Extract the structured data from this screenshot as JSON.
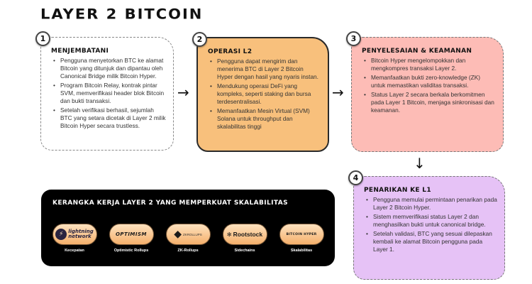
{
  "title": "LAYER 2 BITCOIN",
  "steps": [
    {
      "number": "1",
      "heading": "MENJEMBATANI",
      "bullets": [
        "Pengguna menyetorkan BTC ke alamat Bitcoin yang ditunjuk dan dipantau oleh Canonical Bridge milik Bitcoin Hyper.",
        "Program Bitcoin Relay, kontrak pintar SVM, memverifikasi header blok Bitcoin dan bukti transaksi.",
        "Setelah verifikasi berhasil, sejumlah BTC yang setara dicetak di Layer 2 milik Bitcoin Hyper secara trustless."
      ],
      "color": "#ffffff"
    },
    {
      "number": "2",
      "heading": "OPERASI L2",
      "bullets": [
        "Pengguna dapat mengirim dan menerima BTC di Layer 2 Bitcoin Hyper dengan hasil yang nyaris instan.",
        "Mendukung operasi DeFi yang kompleks, seperti staking dan bursa terdesentralisasi.",
        "Memanfaatkan Mesin Virtual (SVM) Solana untuk throughput dan skalabilitas tinggi"
      ],
      "color": "#f8c07c"
    },
    {
      "number": "3",
      "heading": "PENYELESAIAN & KEAMANAN",
      "bullets": [
        "Bitcoin Hyper mengelompokkan dan mengkompres transaksi Layer 2.",
        "Memanfaatkan bukti zero-knowledge (ZK) untuk memastikan validitas transaksi.",
        "Status Layer 2 secara berkala berkomitmen pada Layer 1 Bitcoin, menjaga sinkronisasi dan keamanan."
      ],
      "color": "#fdbcb6"
    },
    {
      "number": "4",
      "heading": "PENARIKAN KE L1",
      "bullets": [
        "Pengguna memulai permintaan penarikan pada Layer 2 Bitcoin Hyper.",
        "Sistem memverifikasi status Layer 2 dan menghasilkan bukti untuk canonical bridge.",
        "Setelah validasi, BTC yang sesuai dilepaskan kembali ke alamat Bitcoin pengguna pada Layer 1."
      ],
      "color": "#e6c2f6"
    }
  ],
  "arrows": {
    "right": "→",
    "down": "↓"
  },
  "framework": {
    "heading": "KERANGKA KERJA LAYER 2 YANG MEMPERKUAT SKALABILITAS",
    "items": [
      {
        "logo_top": "lightning",
        "logo_bottom": "network",
        "icon": "⚡",
        "label": "Kecepatan"
      },
      {
        "logo": "OPTIMISM",
        "label": "Optimistic Rollups"
      },
      {
        "logo": "ZKROLLUPS",
        "icon": "◆",
        "label": "ZK-Rollups"
      },
      {
        "logo": "Rootstock",
        "icon": "✻",
        "label": "Sidechains"
      },
      {
        "logo": "BITCOIN HYPER",
        "label": "Skalabilitas"
      }
    ]
  }
}
